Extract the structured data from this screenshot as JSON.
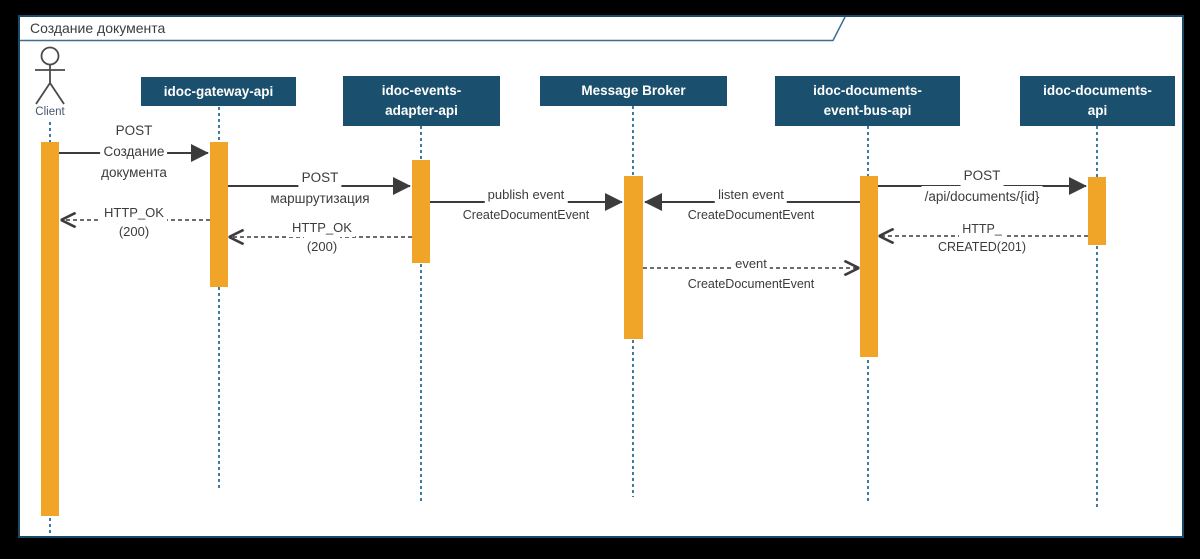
{
  "frame": {
    "title": "Создание документа"
  },
  "actor": {
    "label": "Client"
  },
  "participants": {
    "gateway": {
      "label": "idoc-gateway-api"
    },
    "adapter": {
      "line1": "idoc-events-",
      "line2": "adapter-api"
    },
    "broker": {
      "label": "Message Broker"
    },
    "eventbus": {
      "line1": "idoc-documents-",
      "line2": "event-bus-api"
    },
    "docsapi": {
      "line1": "idoc-documents-",
      "line2": "api"
    }
  },
  "messages": {
    "post_create": {
      "line1": "POST",
      "line2": "Создание",
      "line3": "документа",
      "kind": "sync"
    },
    "http_ok_1": {
      "line1": "HTTP_OK",
      "line2": "(200)",
      "kind": "return"
    },
    "post_route": {
      "line1": "POST",
      "line2": "маршрутизация",
      "kind": "sync"
    },
    "http_ok_2": {
      "line1": "HTTP_OK",
      "line2": "(200)",
      "kind": "return"
    },
    "publish_event": {
      "line1": "publish event",
      "line2": "CreateDocumentEvent",
      "kind": "sync"
    },
    "listen_event": {
      "line1": "listen event",
      "line2": "CreateDocumentEvent",
      "kind": "sync"
    },
    "event": {
      "line1": "event",
      "line2": "CreateDocumentEvent",
      "kind": "return"
    },
    "post_api": {
      "line1": "POST",
      "line2": "/api/documents/{id}",
      "kind": "sync"
    },
    "http_created": {
      "line1": "HTTP_",
      "line2": "CREATED(201)",
      "kind": "return"
    }
  },
  "colors": {
    "background": "#000000",
    "frame_border": "#1B4A66",
    "tab_line": "#3E6E93",
    "participant_box": "#1A4F6E",
    "participant_text": "#FFFFFF",
    "activation_bar": "#F0A529",
    "lifeline": "#2C6C93",
    "message_text": "#3C3C3C"
  }
}
